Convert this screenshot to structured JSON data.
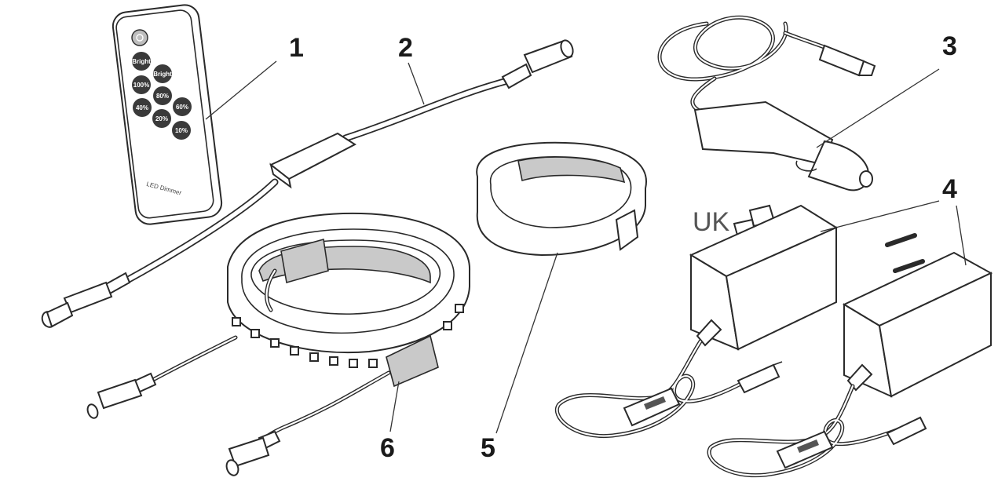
{
  "callouts": {
    "n1": "1",
    "n2": "2",
    "n3": "3",
    "n4": "4",
    "n5": "5",
    "n6": "6",
    "uk": "UK"
  },
  "remote": {
    "buttons": {
      "bright_up": "Bright",
      "bright_down": "Bright",
      "b100": "100%",
      "b80": "80%",
      "b60": "60%",
      "b40": "40%",
      "b20": "20%",
      "b10": "10%"
    },
    "brand": "LED Dimmer"
  }
}
